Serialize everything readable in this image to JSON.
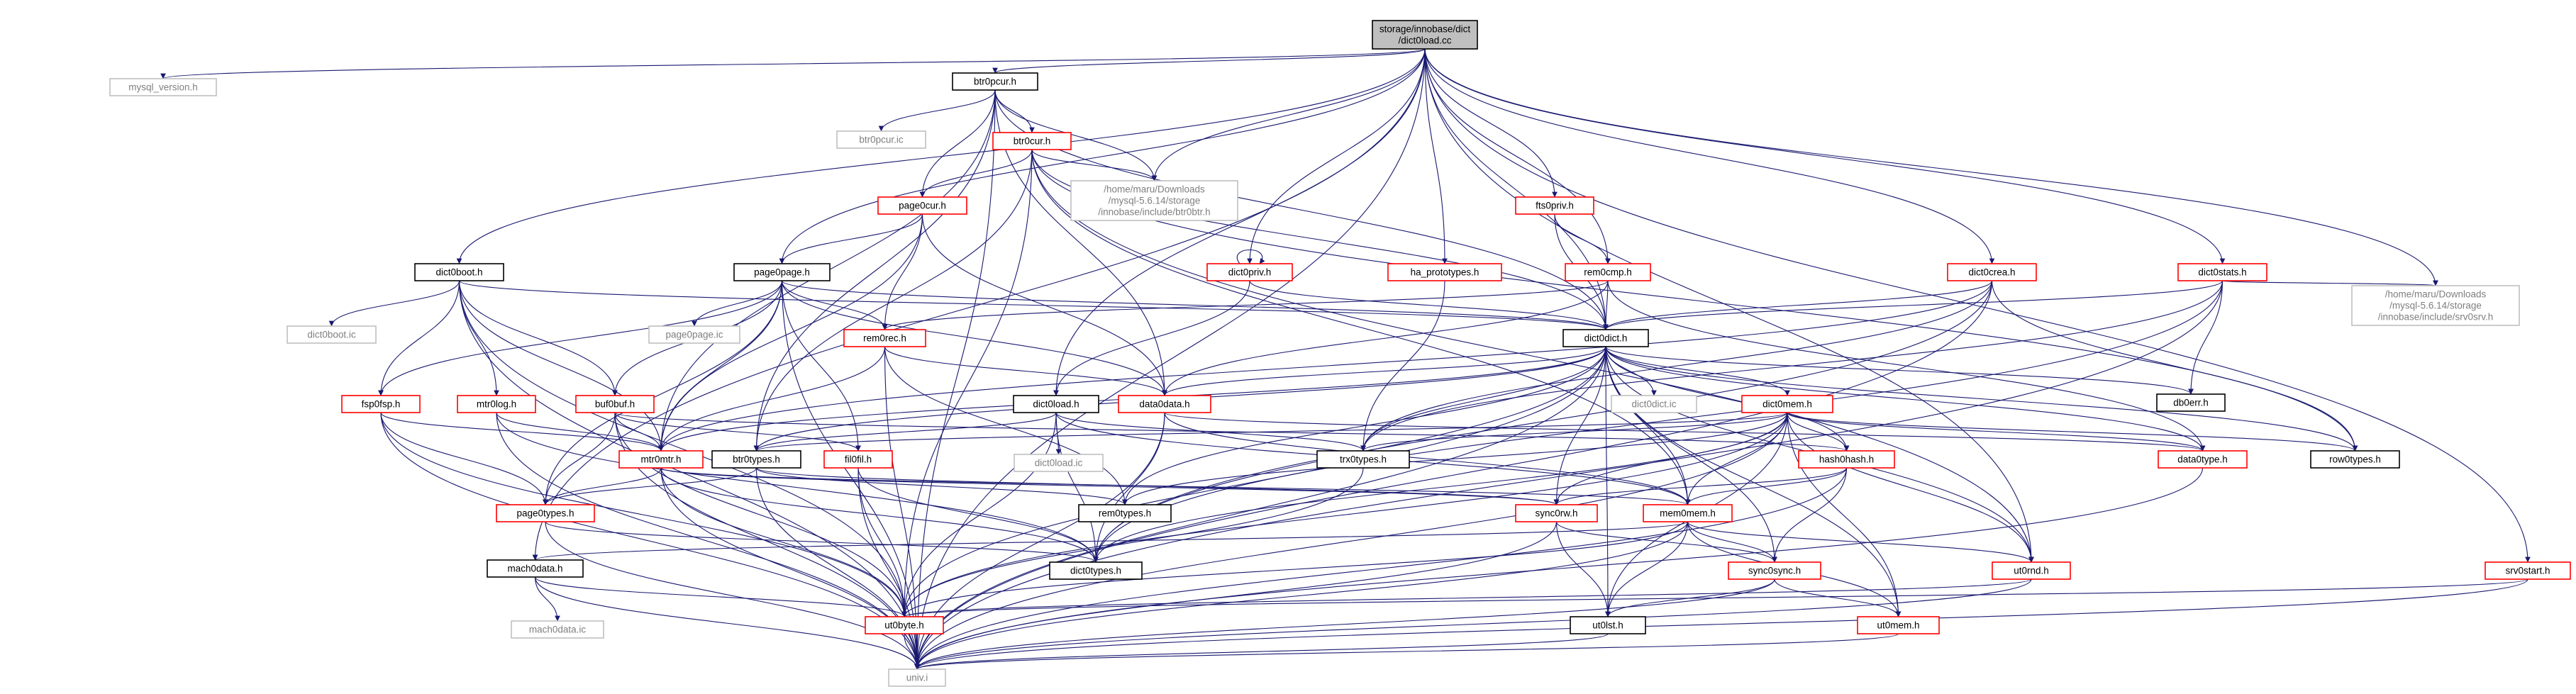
{
  "colors": {
    "edge": "#191970",
    "root_fill": "#bfbfbf",
    "root_stroke": "#000000",
    "plain_stroke": "#000000",
    "red_stroke": "#ff0000",
    "grey_stroke": "#bfbfbf",
    "grey_text": "#7f7f7f",
    "text": "#000000"
  },
  "nodes": [
    {
      "id": "root",
      "lines": [
        "storage/innobase/dict",
        "/dict0load.cc"
      ],
      "kind": "root"
    },
    {
      "id": "mysql_version",
      "lines": [
        "mysql_version.h"
      ],
      "kind": "grey"
    },
    {
      "id": "btr0pcur_h",
      "lines": [
        "btr0pcur.h"
      ],
      "kind": "plain"
    },
    {
      "id": "btr0pcur_ic",
      "lines": [
        "btr0pcur.ic"
      ],
      "kind": "grey"
    },
    {
      "id": "btr0cur_h",
      "lines": [
        "btr0cur.h"
      ],
      "kind": "red"
    },
    {
      "id": "btr0btr_path",
      "lines": [
        "/home/maru/Downloads",
        "/mysql-5.6.14/storage",
        "/innobase/include/btr0btr.h"
      ],
      "kind": "grey"
    },
    {
      "id": "page0cur_h",
      "lines": [
        "page0cur.h"
      ],
      "kind": "red"
    },
    {
      "id": "dict0boot_h",
      "lines": [
        "dict0boot.h"
      ],
      "kind": "plain"
    },
    {
      "id": "dict0boot_ic",
      "lines": [
        "dict0boot.ic"
      ],
      "kind": "grey"
    },
    {
      "id": "page0page_h",
      "lines": [
        "page0page.h"
      ],
      "kind": "plain"
    },
    {
      "id": "page0page_ic",
      "lines": [
        "page0page.ic"
      ],
      "kind": "grey"
    },
    {
      "id": "fts0priv_h",
      "lines": [
        "fts0priv.h"
      ],
      "kind": "red"
    },
    {
      "id": "dict0priv_h",
      "lines": [
        "dict0priv.h"
      ],
      "kind": "red"
    },
    {
      "id": "ha_prototypes_h",
      "lines": [
        "ha_prototypes.h"
      ],
      "kind": "red"
    },
    {
      "id": "rem0cmp_h",
      "lines": [
        "rem0cmp.h"
      ],
      "kind": "red"
    },
    {
      "id": "dict0crea_h",
      "lines": [
        "dict0crea.h"
      ],
      "kind": "red"
    },
    {
      "id": "dict0stats_h",
      "lines": [
        "dict0stats.h"
      ],
      "kind": "red"
    },
    {
      "id": "srv0srv_path",
      "lines": [
        "/home/maru/Downloads",
        "/mysql-5.6.14/storage",
        "/innobase/include/srv0srv.h"
      ],
      "kind": "grey"
    },
    {
      "id": "dict0dict_h",
      "lines": [
        "dict0dict.h"
      ],
      "kind": "plain"
    },
    {
      "id": "rem0rec_h",
      "lines": [
        "rem0rec.h"
      ],
      "kind": "red"
    },
    {
      "id": "dict0dict_ic",
      "lines": [
        "dict0dict.ic"
      ],
      "kind": "grey"
    },
    {
      "id": "db0err_h",
      "lines": [
        "db0err.h"
      ],
      "kind": "plain"
    },
    {
      "id": "fsp0fsp_h",
      "lines": [
        "fsp0fsp.h"
      ],
      "kind": "red"
    },
    {
      "id": "mtr0log_h",
      "lines": [
        "mtr0log.h"
      ],
      "kind": "red"
    },
    {
      "id": "buf0buf_h",
      "lines": [
        "buf0buf.h"
      ],
      "kind": "red"
    },
    {
      "id": "dict0load_h",
      "lines": [
        "dict0load.h"
      ],
      "kind": "plain"
    },
    {
      "id": "dict0load_ic",
      "lines": [
        "dict0load.ic"
      ],
      "kind": "grey"
    },
    {
      "id": "data0data_h",
      "lines": [
        "data0data.h"
      ],
      "kind": "red"
    },
    {
      "id": "dict0mem_h",
      "lines": [
        "dict0mem.h"
      ],
      "kind": "red"
    },
    {
      "id": "trx0types_h",
      "lines": [
        "trx0types.h"
      ],
      "kind": "plain"
    },
    {
      "id": "hash0hash_h",
      "lines": [
        "hash0hash.h"
      ],
      "kind": "red"
    },
    {
      "id": "data0type_h",
      "lines": [
        "data0type.h"
      ],
      "kind": "red"
    },
    {
      "id": "row0types_h",
      "lines": [
        "row0types.h"
      ],
      "kind": "plain"
    },
    {
      "id": "btr0types_h",
      "lines": [
        "btr0types.h"
      ],
      "kind": "plain"
    },
    {
      "id": "fil0fil_h",
      "lines": [
        "fil0fil.h"
      ],
      "kind": "red"
    },
    {
      "id": "mtr0mtr_h",
      "lines": [
        "mtr0mtr.h"
      ],
      "kind": "red"
    },
    {
      "id": "page0types_h",
      "lines": [
        "page0types.h"
      ],
      "kind": "red"
    },
    {
      "id": "rem0types_h",
      "lines": [
        "rem0types.h"
      ],
      "kind": "plain"
    },
    {
      "id": "sync0rw_h",
      "lines": [
        "sync0rw.h"
      ],
      "kind": "red"
    },
    {
      "id": "mem0mem_h",
      "lines": [
        "mem0mem.h"
      ],
      "kind": "red"
    },
    {
      "id": "mach0data_h",
      "lines": [
        "mach0data.h"
      ],
      "kind": "plain"
    },
    {
      "id": "mach0data_ic",
      "lines": [
        "mach0data.ic"
      ],
      "kind": "grey"
    },
    {
      "id": "dict0types_h",
      "lines": [
        "dict0types.h"
      ],
      "kind": "plain"
    },
    {
      "id": "sync0sync_h",
      "lines": [
        "sync0sync.h"
      ],
      "kind": "red"
    },
    {
      "id": "ut0rnd_h",
      "lines": [
        "ut0rnd.h"
      ],
      "kind": "red"
    },
    {
      "id": "srv0start_h",
      "lines": [
        "srv0start.h"
      ],
      "kind": "red"
    },
    {
      "id": "ut0byte_h",
      "lines": [
        "ut0byte.h"
      ],
      "kind": "red"
    },
    {
      "id": "ut0lst_h",
      "lines": [
        "ut0lst.h"
      ],
      "kind": "plain"
    },
    {
      "id": "ut0mem_h",
      "lines": [
        "ut0mem.h"
      ],
      "kind": "red"
    },
    {
      "id": "univ_i",
      "lines": [
        "univ.i"
      ],
      "kind": "grey"
    }
  ],
  "edges": [
    [
      "root",
      "mysql_version"
    ],
    [
      "root",
      "btr0pcur_h"
    ],
    [
      "root",
      "dict0boot_h"
    ],
    [
      "root",
      "page0page_h"
    ],
    [
      "root",
      "btr0btr_path"
    ],
    [
      "root",
      "dict0priv_h"
    ],
    [
      "root",
      "ha_prototypes_h"
    ],
    [
      "root",
      "fts0priv_h"
    ],
    [
      "root",
      "rem0cmp_h"
    ],
    [
      "root",
      "dict0crea_h"
    ],
    [
      "root",
      "dict0stats_h"
    ],
    [
      "root",
      "srv0srv_path"
    ],
    [
      "root",
      "srv0start_h"
    ],
    [
      "root",
      "dict0dict_h"
    ],
    [
      "root",
      "dict0load_h"
    ],
    [
      "root",
      "mach0data_h"
    ],
    [
      "root",
      "univ_i"
    ],
    [
      "root",
      "ut0rnd_h"
    ],
    [
      "btr0pcur_h",
      "btr0pcur_ic"
    ],
    [
      "btr0pcur_h",
      "btr0cur_h"
    ],
    [
      "btr0pcur_h",
      "btr0btr_path"
    ],
    [
      "btr0pcur_h",
      "page0cur_h"
    ],
    [
      "btr0pcur_h",
      "dict0dict_h"
    ],
    [
      "btr0pcur_h",
      "data0data_h"
    ],
    [
      "btr0pcur_h",
      "mtr0mtr_h"
    ],
    [
      "btr0pcur_h",
      "btr0types_h"
    ],
    [
      "btr0pcur_h",
      "univ_i"
    ],
    [
      "btr0cur_h",
      "page0cur_h"
    ],
    [
      "btr0cur_h",
      "btr0btr_path"
    ],
    [
      "btr0cur_h",
      "dict0dict_h"
    ],
    [
      "btr0cur_h",
      "row0types_h"
    ],
    [
      "btr0cur_h",
      "btr0types_h"
    ],
    [
      "btr0cur_h",
      "ut0byte_h"
    ],
    [
      "btr0cur_h",
      "mem0mem_h"
    ],
    [
      "btr0cur_h",
      "ut0rnd_h"
    ],
    [
      "page0cur_h",
      "page0page_h"
    ],
    [
      "page0cur_h",
      "rem0rec_h"
    ],
    [
      "page0cur_h",
      "data0data_h"
    ],
    [
      "page0cur_h",
      "mtr0mtr_h"
    ],
    [
      "dict0boot_h",
      "dict0boot_ic"
    ],
    [
      "dict0boot_h",
      "fsp0fsp_h"
    ],
    [
      "dict0boot_h",
      "mtr0log_h"
    ],
    [
      "dict0boot_h",
      "buf0buf_h"
    ],
    [
      "dict0boot_h",
      "dict0dict_h"
    ],
    [
      "dict0boot_h",
      "mtr0mtr_h"
    ],
    [
      "dict0boot_h",
      "ut0byte_h"
    ],
    [
      "dict0boot_h",
      "univ_i"
    ],
    [
      "page0page_h",
      "page0page_ic"
    ],
    [
      "page0page_h",
      "rem0rec_h"
    ],
    [
      "page0page_h",
      "fsp0fsp_h"
    ],
    [
      "page0page_h",
      "buf0buf_h"
    ],
    [
      "page0page_h",
      "fil0fil_h"
    ],
    [
      "page0page_h",
      "data0data_h"
    ],
    [
      "page0page_h",
      "dict0dict_h"
    ],
    [
      "page0page_h",
      "mtr0mtr_h"
    ],
    [
      "page0page_h",
      "page0types_h"
    ],
    [
      "page0page_h",
      "univ_i"
    ],
    [
      "dict0priv_h",
      "dict0priv_h"
    ],
    [
      "dict0priv_h",
      "dict0dict_h"
    ],
    [
      "dict0priv_h",
      "dict0load_h"
    ],
    [
      "ha_prototypes_h",
      "trx0types_h"
    ],
    [
      "fts0priv_h",
      "dict0dict_h"
    ],
    [
      "fts0priv_h",
      "rem0cmp_h"
    ],
    [
      "rem0cmp_h",
      "dict0dict_h"
    ],
    [
      "rem0cmp_h",
      "rem0rec_h"
    ],
    [
      "rem0cmp_h",
      "data0type_h"
    ],
    [
      "rem0cmp_h",
      "data0data_h"
    ],
    [
      "dict0crea_h",
      "dict0dict_h"
    ],
    [
      "dict0crea_h",
      "row0types_h"
    ],
    [
      "dict0crea_h",
      "dict0types_h"
    ],
    [
      "dict0crea_h",
      "mtr0mtr_h"
    ],
    [
      "dict0crea_h",
      "univ_i"
    ],
    [
      "dict0crea_h",
      "trx0types_h"
    ],
    [
      "dict0stats_h",
      "dict0dict_h"
    ],
    [
      "dict0stats_h",
      "db0err_h"
    ],
    [
      "dict0stats_h",
      "srv0srv_path"
    ],
    [
      "dict0stats_h",
      "univ_i"
    ],
    [
      "dict0stats_h",
      "dict0types_h"
    ],
    [
      "dict0stats_h",
      "trx0types_h"
    ],
    [
      "srv0start_h",
      "ut0byte_h"
    ],
    [
      "srv0start_h",
      "univ_i"
    ],
    [
      "dict0dict_h",
      "dict0dict_ic"
    ],
    [
      "dict0dict_h",
      "db0err_h"
    ],
    [
      "dict0dict_h",
      "dict0mem_h"
    ],
    [
      "dict0dict_h",
      "data0data_h"
    ],
    [
      "dict0dict_h",
      "data0type_h"
    ],
    [
      "dict0dict_h",
      "row0types_h"
    ],
    [
      "dict0dict_h",
      "trx0types_h"
    ],
    [
      "dict0dict_h",
      "hash0hash_h"
    ],
    [
      "dict0dict_h",
      "rem0types_h"
    ],
    [
      "dict0dict_h",
      "sync0rw_h"
    ],
    [
      "dict0dict_h",
      "mem0mem_h"
    ],
    [
      "dict0dict_h",
      "dict0types_h"
    ],
    [
      "dict0dict_h",
      "sync0sync_h"
    ],
    [
      "dict0dict_h",
      "ut0rnd_h"
    ],
    [
      "dict0dict_h",
      "ut0byte_h"
    ],
    [
      "dict0dict_h",
      "ut0lst_h"
    ],
    [
      "dict0dict_h",
      "ut0mem_h"
    ],
    [
      "dict0dict_h",
      "univ_i"
    ],
    [
      "dict0dict_h",
      "mtr0mtr_h"
    ],
    [
      "dict0dict_h",
      "btr0types_h"
    ],
    [
      "rem0rec_h",
      "data0data_h"
    ],
    [
      "rem0rec_h",
      "rem0types_h"
    ],
    [
      "rem0rec_h",
      "mtr0mtr_h"
    ],
    [
      "rem0rec_h",
      "univ_i"
    ],
    [
      "fsp0fsp_h",
      "mtr0mtr_h"
    ],
    [
      "fsp0fsp_h",
      "page0types_h"
    ],
    [
      "fsp0fsp_h",
      "ut0byte_h"
    ],
    [
      "fsp0fsp_h",
      "univ_i"
    ],
    [
      "mtr0log_h",
      "mtr0mtr_h"
    ],
    [
      "mtr0log_h",
      "dict0types_h"
    ],
    [
      "mtr0log_h",
      "univ_i"
    ],
    [
      "buf0buf_h",
      "fil0fil_h"
    ],
    [
      "buf0buf_h",
      "mtr0mtr_h"
    ],
    [
      "buf0buf_h",
      "hash0hash_h"
    ],
    [
      "buf0buf_h",
      "page0types_h"
    ],
    [
      "buf0buf_h",
      "ut0byte_h"
    ],
    [
      "buf0buf_h",
      "univ_i"
    ],
    [
      "dict0load_h",
      "dict0load_ic"
    ],
    [
      "dict0load_h",
      "dict0types_h"
    ],
    [
      "dict0load_h",
      "trx0types_h"
    ],
    [
      "dict0load_h",
      "ut0byte_h"
    ],
    [
      "dict0load_h",
      "mem0mem_h"
    ],
    [
      "dict0load_h",
      "btr0types_h"
    ],
    [
      "data0data_h",
      "data0type_h"
    ],
    [
      "data0data_h",
      "mem0mem_h"
    ],
    [
      "data0data_h",
      "dict0types_h"
    ],
    [
      "data0data_h",
      "univ_i"
    ],
    [
      "dict0mem_h",
      "dict0types_h"
    ],
    [
      "dict0mem_h",
      "data0type_h"
    ],
    [
      "dict0mem_h",
      "mem0mem_h"
    ],
    [
      "dict0mem_h",
      "row0types_h"
    ],
    [
      "dict0mem_h",
      "rem0types_h"
    ],
    [
      "dict0mem_h",
      "btr0types_h"
    ],
    [
      "dict0mem_h",
      "hash0hash_h"
    ],
    [
      "dict0mem_h",
      "ut0mem_h"
    ],
    [
      "dict0mem_h",
      "ut0lst_h"
    ],
    [
      "dict0mem_h",
      "ut0rnd_h"
    ],
    [
      "dict0mem_h",
      "ut0byte_h"
    ],
    [
      "dict0mem_h",
      "sync0rw_h"
    ],
    [
      "dict0mem_h",
      "trx0types_h"
    ],
    [
      "dict0mem_h",
      "univ_i"
    ],
    [
      "hash0hash_h",
      "mem0mem_h"
    ],
    [
      "hash0hash_h",
      "sync0sync_h"
    ],
    [
      "hash0hash_h",
      "sync0rw_h"
    ],
    [
      "hash0hash_h",
      "univ_i"
    ],
    [
      "data0type_h",
      "univ_i"
    ],
    [
      "trx0types_h",
      "ut0byte_h"
    ],
    [
      "btr0types_h",
      "rem0types_h"
    ],
    [
      "btr0types_h",
      "page0types_h"
    ],
    [
      "btr0types_h",
      "sync0rw_h"
    ],
    [
      "btr0types_h",
      "univ_i"
    ],
    [
      "fil0fil_h",
      "dict0types_h"
    ],
    [
      "fil0fil_h",
      "ut0byte_h"
    ],
    [
      "fil0fil_h",
      "univ_i"
    ],
    [
      "mtr0mtr_h",
      "mem0mem_h"
    ],
    [
      "mtr0mtr_h",
      "dict0types_h"
    ],
    [
      "mtr0mtr_h",
      "ut0byte_h"
    ],
    [
      "mtr0mtr_h",
      "univ_i"
    ],
    [
      "mtr0mtr_h",
      "sync0rw_h"
    ],
    [
      "mtr0mtr_h",
      "page0types_h"
    ],
    [
      "page0types_h",
      "dict0types_h"
    ],
    [
      "page0types_h",
      "univ_i"
    ],
    [
      "sync0rw_h",
      "sync0sync_h"
    ],
    [
      "sync0rw_h",
      "ut0lst_h"
    ],
    [
      "sync0rw_h",
      "univ_i"
    ],
    [
      "mem0mem_h",
      "sync0sync_h"
    ],
    [
      "mem0mem_h",
      "ut0mem_h"
    ],
    [
      "mem0mem_h",
      "ut0byte_h"
    ],
    [
      "mem0mem_h",
      "ut0rnd_h"
    ],
    [
      "mem0mem_h",
      "mach0data_h"
    ],
    [
      "mem0mem_h",
      "univ_i"
    ],
    [
      "mem0mem_h",
      "ut0lst_h"
    ],
    [
      "mach0data_h",
      "mach0data_ic"
    ],
    [
      "mach0data_h",
      "ut0byte_h"
    ],
    [
      "mach0data_h",
      "univ_i"
    ],
    [
      "sync0sync_h",
      "ut0lst_h"
    ],
    [
      "sync0sync_h",
      "ut0mem_h"
    ],
    [
      "sync0sync_h",
      "univ_i"
    ],
    [
      "ut0rnd_h",
      "ut0byte_h"
    ],
    [
      "ut0rnd_h",
      "univ_i"
    ],
    [
      "ut0byte_h",
      "univ_i"
    ],
    [
      "ut0lst_h",
      "univ_i"
    ],
    [
      "ut0mem_h",
      "univ_i"
    ]
  ]
}
